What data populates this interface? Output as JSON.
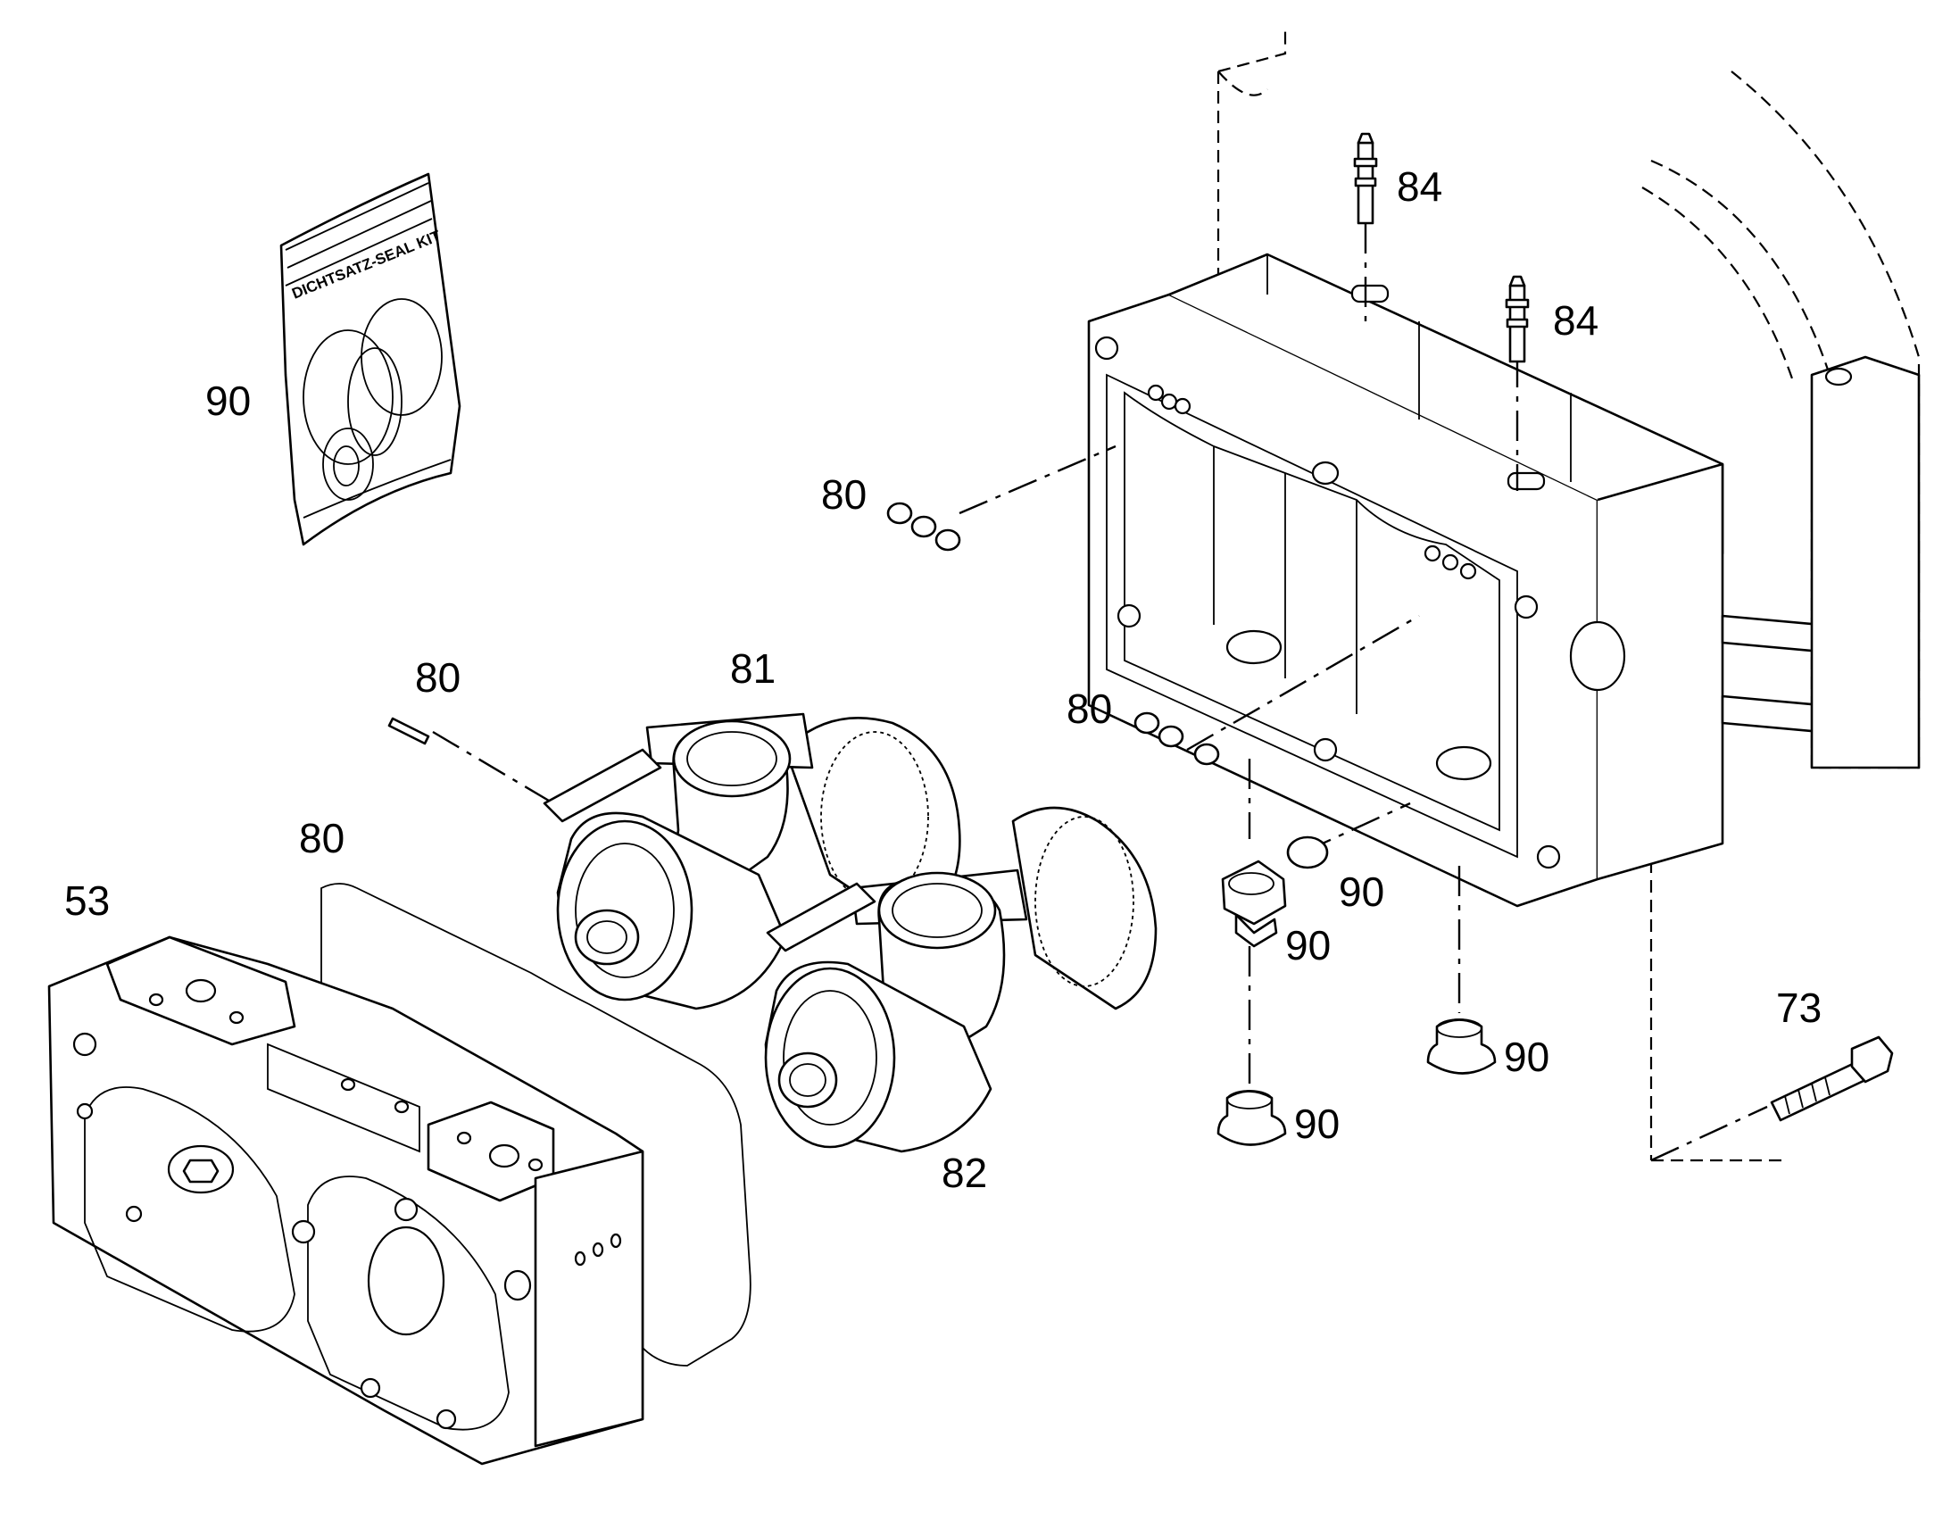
{
  "diagram": {
    "seal_kit_label": "DICHTSATZ-SEAL KIT",
    "callouts": [
      {
        "id": "c-90-kit",
        "text": "90"
      },
      {
        "id": "c-80-washers-top",
        "text": "80"
      },
      {
        "id": "c-84-top",
        "text": "84"
      },
      {
        "id": "c-84-mid",
        "text": "84"
      },
      {
        "id": "c-80-pin",
        "text": "80"
      },
      {
        "id": "c-81",
        "text": "81"
      },
      {
        "id": "c-80-washers-mid",
        "text": "80"
      },
      {
        "id": "c-80-gasket",
        "text": "80"
      },
      {
        "id": "c-53",
        "text": "53"
      },
      {
        "id": "c-90-oring",
        "text": "90"
      },
      {
        "id": "c-90-plug",
        "text": "90"
      },
      {
        "id": "c-73",
        "text": "73"
      },
      {
        "id": "c-90-cap-right",
        "text": "90"
      },
      {
        "id": "c-90-cap-left",
        "text": "90"
      },
      {
        "id": "c-82",
        "text": "82"
      }
    ]
  }
}
